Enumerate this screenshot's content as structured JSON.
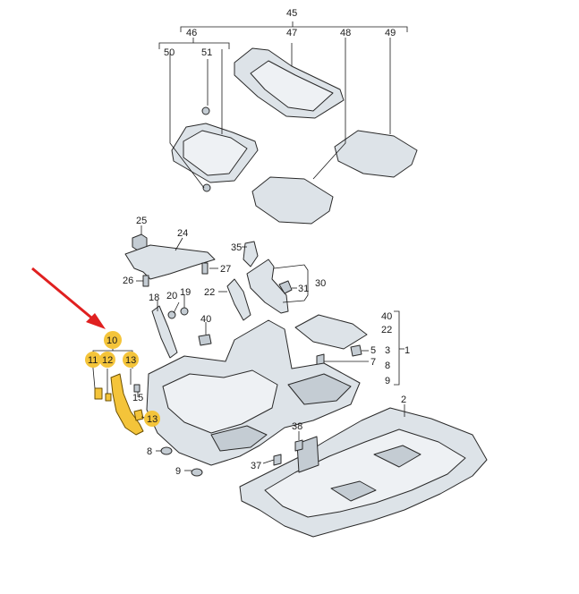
{
  "callouts": {
    "c45": "45",
    "c46": "46",
    "c47": "47",
    "c48": "48",
    "c49": "49",
    "c50": "50",
    "c51": "51",
    "c25": "25",
    "c24": "24",
    "c35": "35",
    "c27": "27",
    "c26": "26",
    "c30": "30",
    "c31": "31",
    "c22": "22",
    "c18": "18",
    "c20": "20",
    "c19": "19",
    "c40a": "40",
    "c40b": "40",
    "c22b": "22",
    "c5": "5",
    "c3": "3",
    "c1": "1",
    "c7": "7",
    "c8b": "8",
    "c9b": "9",
    "c10": "10",
    "c11": "11",
    "c12": "12",
    "c13a": "13",
    "c13b": "13",
    "c15": "15",
    "c2": "2",
    "c38": "38",
    "c8": "8",
    "c37": "37",
    "c9": "9"
  },
  "colors": {
    "highlight": "#f4c43a",
    "arrow": "#e02020",
    "part_fill": "#dde3e8",
    "line": "#1a1a1a"
  },
  "pointer": "red-arrow-icon"
}
